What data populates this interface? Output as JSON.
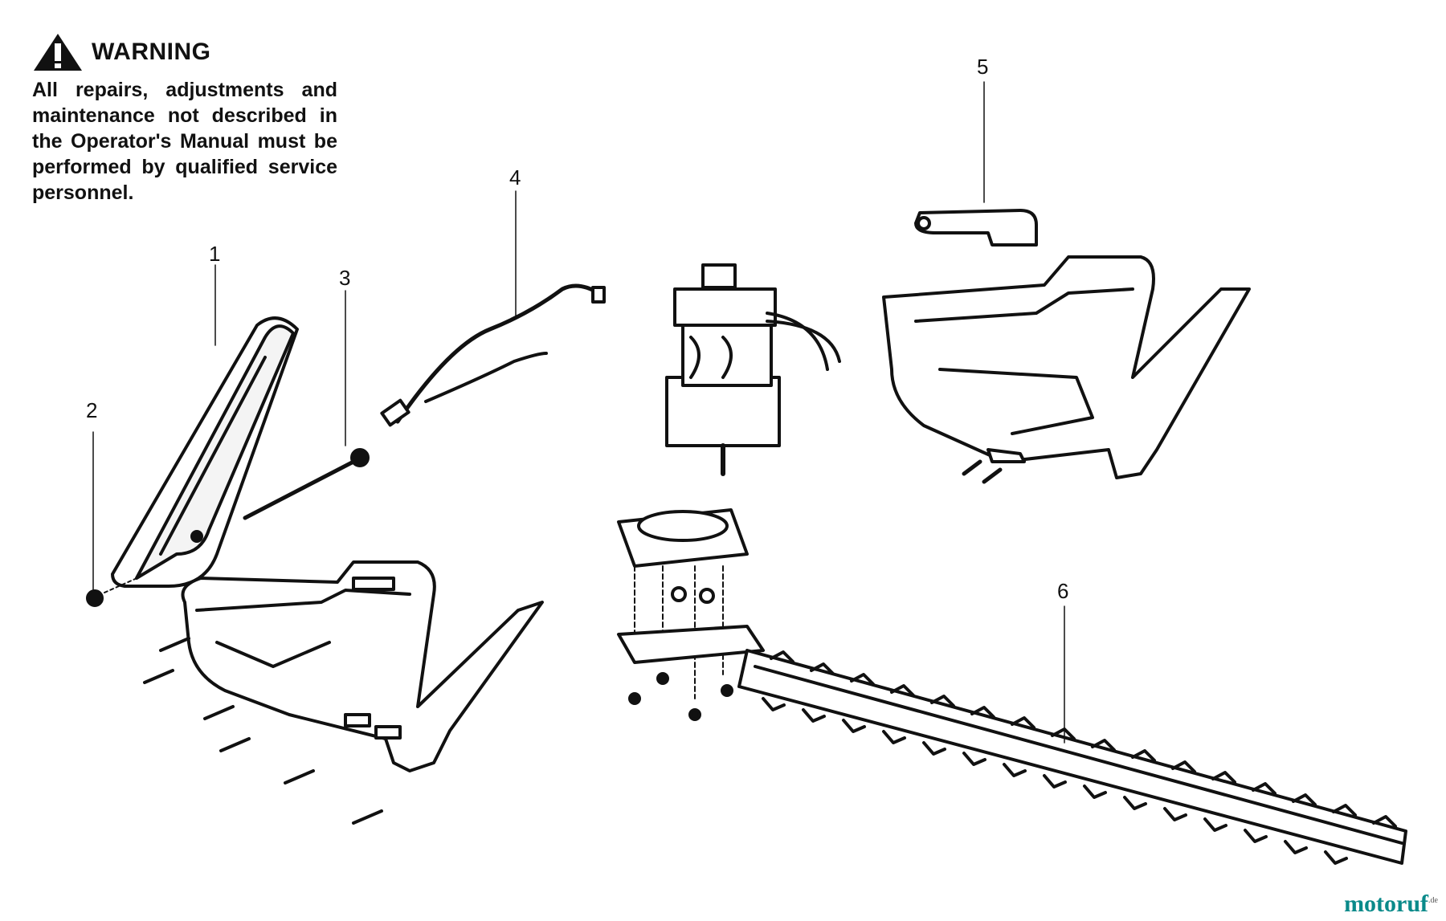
{
  "warning": {
    "icon": "warning-triangle-icon",
    "heading": "WARNING",
    "text": "All repairs, adjustments and maintenance not described in the Operator's Manual must be performed by qualified service personnel."
  },
  "callouts": [
    {
      "id": "1",
      "label": "1"
    },
    {
      "id": "2",
      "label": "2"
    },
    {
      "id": "3",
      "label": "3"
    },
    {
      "id": "4",
      "label": "4"
    },
    {
      "id": "5",
      "label": "5"
    },
    {
      "id": "6",
      "label": "6"
    }
  ],
  "watermark": {
    "text": "motoruf",
    "tld": ".de",
    "color": "#0a8a8a"
  },
  "colors": {
    "ink": "#111111",
    "paper": "#ffffff"
  }
}
